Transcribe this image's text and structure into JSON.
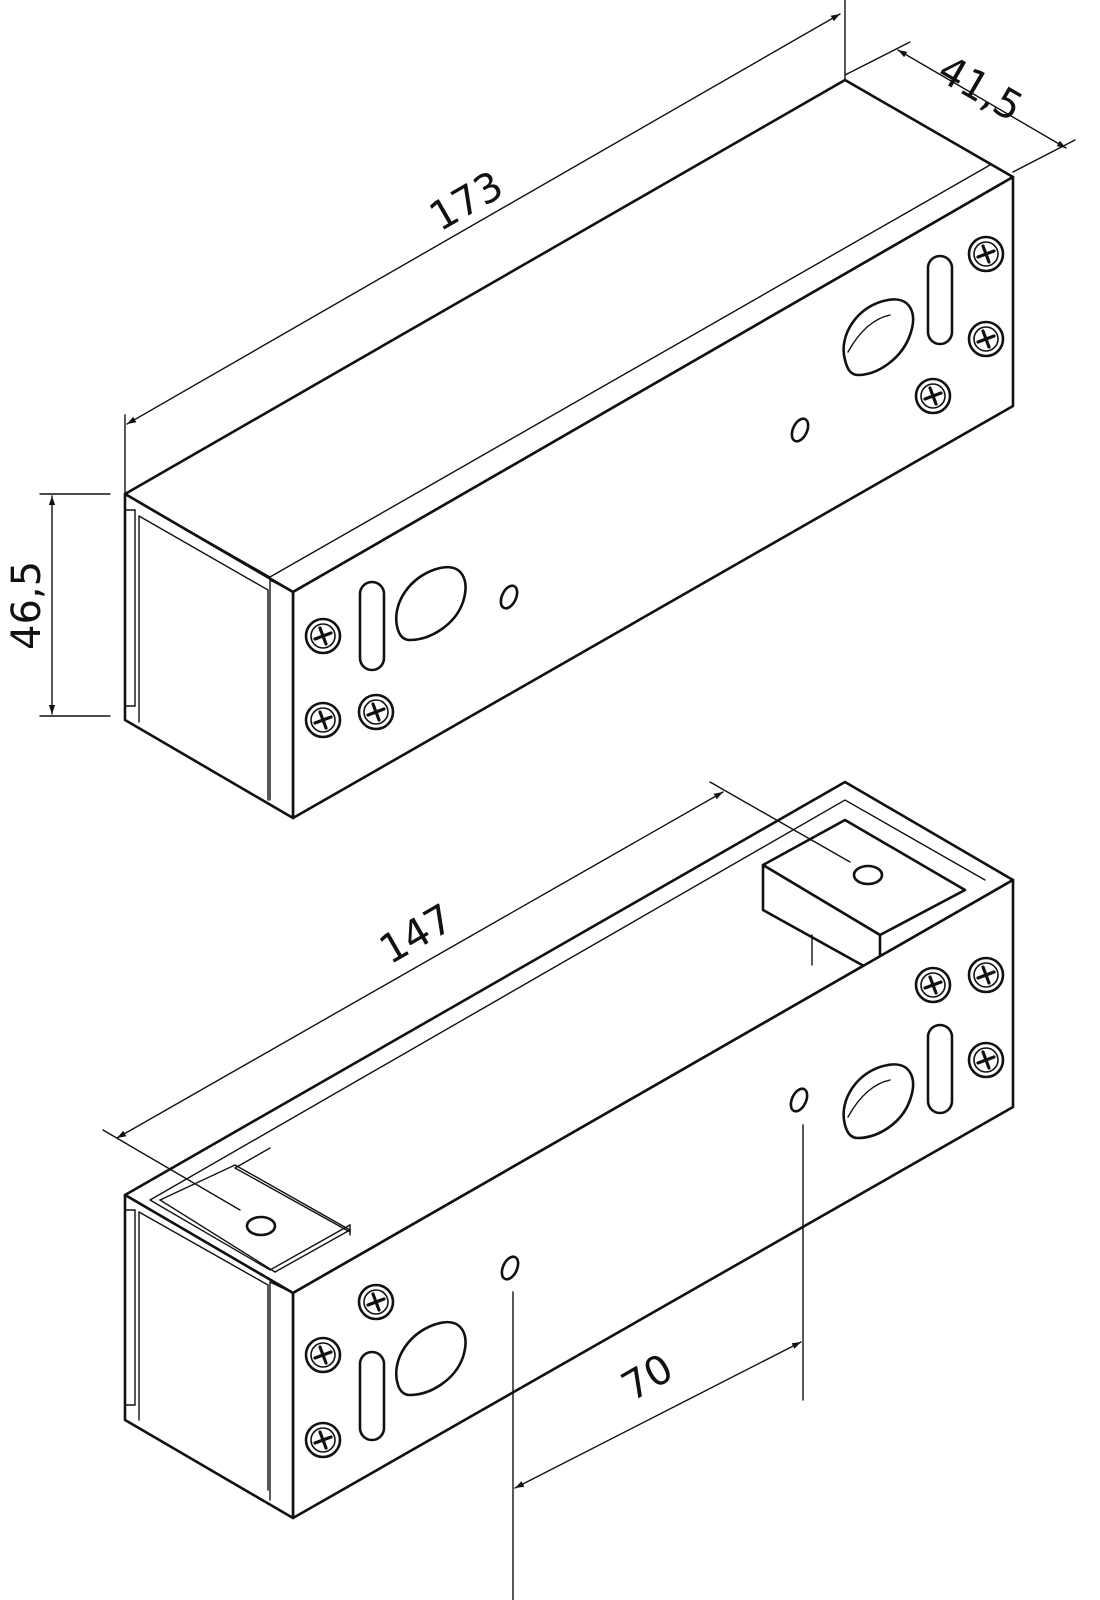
{
  "dimensions": {
    "top_length": "173",
    "top_depth": "41,5",
    "top_height": "46,5",
    "bottom_length": "147",
    "bottom_hole_spacing": "70"
  },
  "colors": {
    "line": "#111111",
    "background": "#ffffff"
  }
}
